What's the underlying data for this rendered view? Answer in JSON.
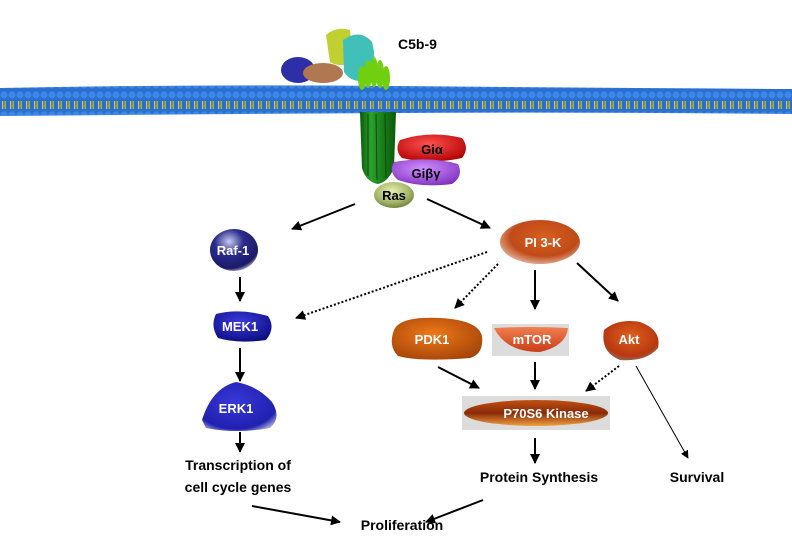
{
  "title_label": "C5b-9",
  "colors": {
    "membrane_head": "#2f78d8",
    "membrane_tail": "#d6c930",
    "receptor": "#1f8a1f",
    "gialpha": "#e01010",
    "gibg": "#a040d8",
    "ras": "#a8b86a",
    "mapk_blue": "#1a1ab0",
    "pi3k_orange": "#d85a20",
    "arrow": "#000000"
  },
  "complex_parts": [
    "blue-subunit",
    "tan-subunit",
    "yellow-subunit",
    "cyan-subunit",
    "green-pore"
  ],
  "nodes": {
    "gialpha": "Giα",
    "gibg": "Giβγ",
    "ras": "Ras",
    "raf1": "Raf-1",
    "mek1": "MEK1",
    "erk1": "ERK1",
    "pi3k": "PI 3-K",
    "pdk1": "PDK1",
    "mtor": "mTOR",
    "akt": "Akt",
    "p70s6k": "P70S6 Kinase"
  },
  "outcomes": {
    "transcription_line1": "Transcription of",
    "transcription_line2": "cell cycle genes",
    "protein_synthesis": "Protein Synthesis",
    "survival": "Survival",
    "proliferation": "Proliferation"
  },
  "edges": [
    {
      "from": "Ras",
      "to": "Raf-1",
      "style": "solid"
    },
    {
      "from": "Ras",
      "to": "PI 3-K",
      "style": "solid"
    },
    {
      "from": "Raf-1",
      "to": "MEK1",
      "style": "solid"
    },
    {
      "from": "MEK1",
      "to": "ERK1",
      "style": "solid"
    },
    {
      "from": "ERK1",
      "to": "Transcription of cell cycle genes",
      "style": "solid"
    },
    {
      "from": "PI 3-K",
      "to": "MEK1",
      "style": "dotted"
    },
    {
      "from": "PI 3-K",
      "to": "PDK1",
      "style": "dotted"
    },
    {
      "from": "PI 3-K",
      "to": "mTOR",
      "style": "solid"
    },
    {
      "from": "PI 3-K",
      "to": "Akt",
      "style": "solid"
    },
    {
      "from": "PDK1",
      "to": "P70S6 Kinase",
      "style": "solid"
    },
    {
      "from": "mTOR",
      "to": "P70S6 Kinase",
      "style": "solid"
    },
    {
      "from": "Akt",
      "to": "P70S6 Kinase",
      "style": "dotted"
    },
    {
      "from": "Akt",
      "to": "Survival",
      "style": "thin"
    },
    {
      "from": "P70S6 Kinase",
      "to": "Protein Synthesis",
      "style": "solid"
    },
    {
      "from": "Transcription of cell cycle genes",
      "to": "Proliferation",
      "style": "solid"
    },
    {
      "from": "Protein Synthesis",
      "to": "Proliferation",
      "style": "solid"
    }
  ]
}
